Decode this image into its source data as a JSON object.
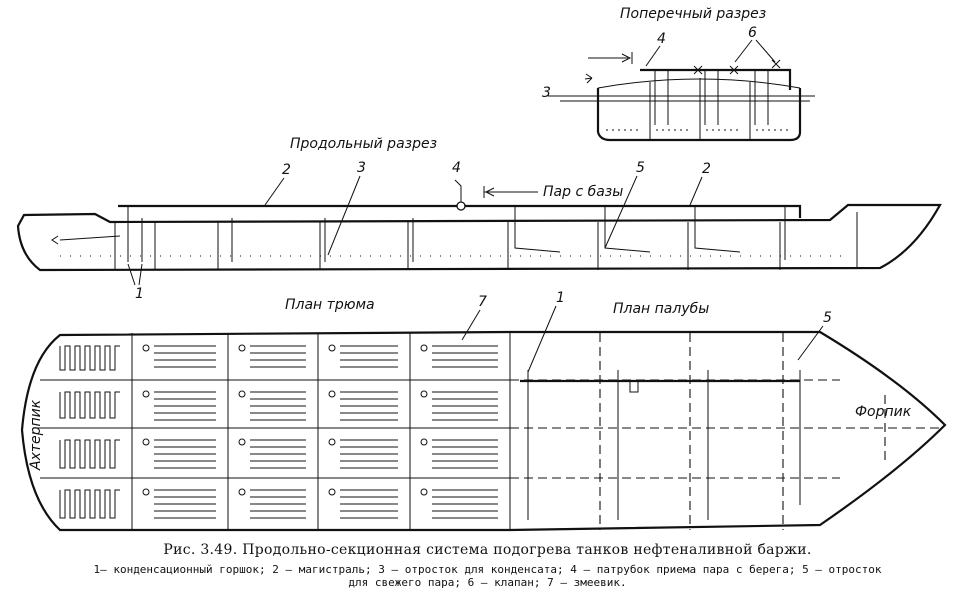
{
  "labels": {
    "cross_section": "Поперечный разрез",
    "longitudinal": "Продольный разрез",
    "steam_from_base": "Пар с базы",
    "hold_plan": "План трюма",
    "deck_plan": "План палубы",
    "afterpeak": "Ахтерпик",
    "forepeak": "Форпик"
  },
  "numbers": {
    "n1": "1",
    "n2": "2",
    "n3": "3",
    "n4": "4",
    "n5": "5",
    "n6": "6",
    "n7": "7"
  },
  "caption": {
    "title": "Рис. 3.49. Продольно-секционная система подогрева танков нефтеналивной баржи.",
    "legend_line1": "1— конденсационный горшок; 2 — магистраль; 3 — отросток для конденсата; 4 — патрубок приема пара с берега; 5 — отросток",
    "legend_line2": "для свежего пара; 6 — клапан; 7 — змеевик."
  }
}
